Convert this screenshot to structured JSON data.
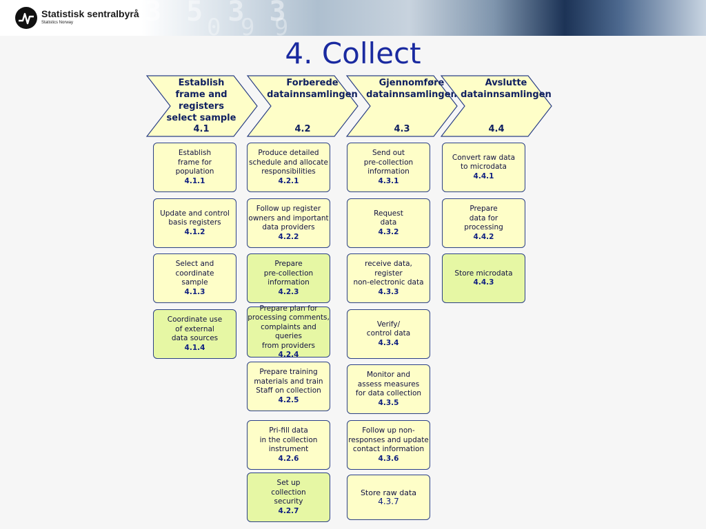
{
  "header": {
    "org_name": "Statistisk sentralbyrå",
    "org_sub": "Statistics Norway",
    "title": "4. Collect"
  },
  "colors": {
    "title": "#1a2aa0",
    "box_border": "#2a3f86",
    "box_yellow": "#fefec8",
    "box_green": "#e6f7a4"
  },
  "phases": [
    {
      "label": "Establish\nframe and\nregisters\nselect sample",
      "number": "4.1"
    },
    {
      "label": "Forberede\ndatainnsamlingen",
      "number": "4.2"
    },
    {
      "label": "Gjennomføre\ndatainnsamlingen",
      "number": "4.3"
    },
    {
      "label": "Avslutte\ndatainnsamlingen",
      "number": "4.4"
    }
  ],
  "columns": [
    [
      {
        "label": "Establish\nframe for\npopulation",
        "number": "4.1.1",
        "highlight": false
      },
      {
        "label": "Update and control\nbasis registers",
        "number": "4.1.2",
        "highlight": false
      },
      {
        "label": "Select and\ncoordinate\nsample",
        "number": "4.1.3",
        "highlight": false
      },
      {
        "label": "Coordinate use\nof external\ndata sources",
        "number": "4.1.4",
        "highlight": true
      }
    ],
    [
      {
        "label": "Produce detailed\nschedule and allocate\nresponsibilities",
        "number": "4.2.1",
        "highlight": false
      },
      {
        "label": "Follow up register\nowners and important\ndata providers",
        "number": "4.2.2",
        "highlight": false
      },
      {
        "label": "Prepare\npre-collection\ninformation",
        "number": "4.2.3",
        "highlight": true
      },
      {
        "label": "Prepare plan for\nprocessing comments,\ncomplaints and queries\nfrom providers",
        "number": "4.2.4",
        "highlight": true
      },
      {
        "label": "Prepare training\nmaterials and train\nStaff on collection",
        "number": "4.2.5",
        "highlight": false
      },
      {
        "label": "Pri-fill data\nin the collection\ninstrument",
        "number": "4.2.6",
        "highlight": false
      },
      {
        "label": "Set up\ncollection\nsecurity",
        "number": "4.2.7",
        "highlight": true
      }
    ],
    [
      {
        "label": "Send out\npre-collection\ninformation",
        "number": "4.3.1",
        "highlight": false
      },
      {
        "label": "Request\ndata\n",
        "number": "4.3.2",
        "highlight": false
      },
      {
        "label": "receive data,\nregister\nnon-electronic data",
        "number": "4.3.3",
        "highlight": false
      },
      {
        "label": "Verify/\ncontrol data\n",
        "number": "4.3.4",
        "highlight": false
      },
      {
        "label": "Monitor and\nassess measures\nfor data collection",
        "number": "4.3.5",
        "highlight": false
      },
      {
        "label": "Follow up non-\nresponses and update\ncontact information",
        "number": "4.3.6",
        "highlight": false
      },
      {
        "label": "Store raw data",
        "number": "4.3.7",
        "highlight": false
      }
    ],
    [
      {
        "label": "Convert raw data\nto microdata",
        "number": "4.4.1",
        "highlight": false
      },
      {
        "label": "Prepare\ndata for\nprocessing",
        "number": "4.4.2",
        "highlight": false
      },
      {
        "label": "Store microdata",
        "number": "4.4.3",
        "highlight": true
      }
    ]
  ]
}
